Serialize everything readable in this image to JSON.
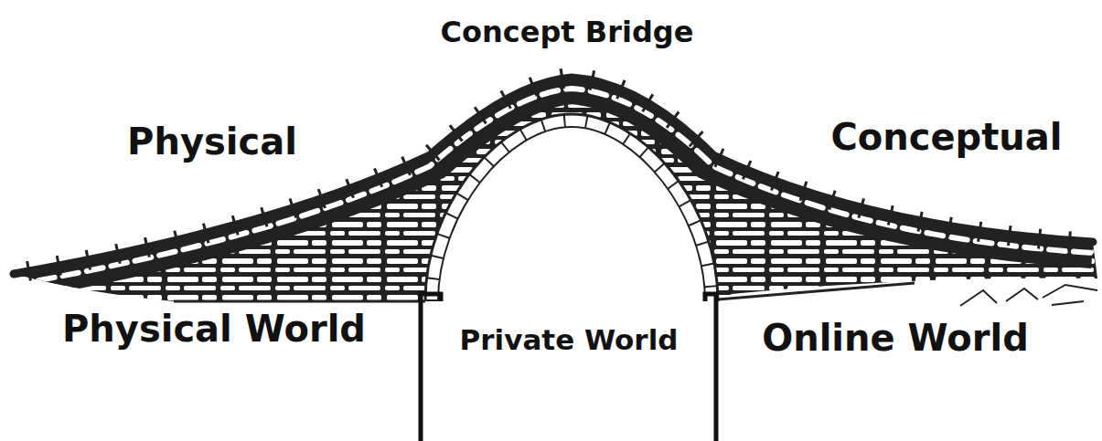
{
  "diagram": {
    "title": "Concept Bridge",
    "labels": [
      "Physical",
      "Conceptual",
      "Physical World",
      "Private World",
      "Online World"
    ]
  }
}
